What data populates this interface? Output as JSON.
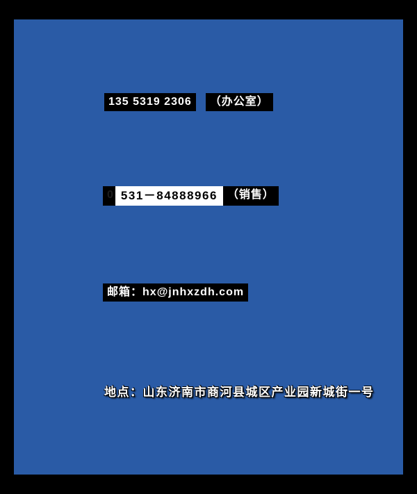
{
  "slide": {
    "colors": {
      "frame": "#000000",
      "panel": "#2a5ba6",
      "chip_bg": "#000000",
      "chip_text": "#ffffff",
      "selection_bg": "#ffffff",
      "selection_text": "#000000"
    },
    "office_line": {
      "phone": "135 5319 2306",
      "label": "（办公室）"
    },
    "sales_line": {
      "prefix": "0",
      "phone": "531－84888966",
      "label": "（销售）"
    },
    "email_line": {
      "label": "邮箱：",
      "address": "hx@jnhxzdh.com"
    },
    "address_line": {
      "text": "地点：山东济南市商河县城区产业园新城街一号"
    }
  }
}
